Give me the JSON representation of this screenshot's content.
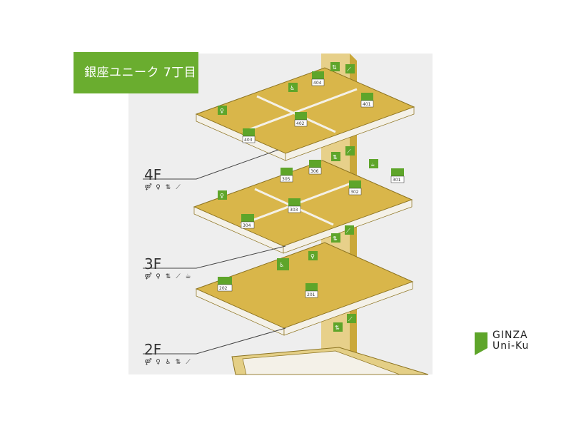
{
  "title": "銀座ユニーク 7丁目",
  "colors": {
    "accent": "#6aad2f",
    "floor": "#d9b64a",
    "wall": "#f4f1e8",
    "panel": "#eeeeee"
  },
  "floors": [
    {
      "label": "4F",
      "icons": [
        "toilet-icon",
        "restroom-icon",
        "elevator-icon",
        "stairs-icon"
      ]
    },
    {
      "label": "3F",
      "icons": [
        "toilet-icon",
        "restroom-icon",
        "elevator-icon",
        "stairs-icon",
        "smoking-icon"
      ]
    },
    {
      "label": "2F",
      "icons": [
        "toilet-icon",
        "restroom-icon",
        "accessible-toilet-icon",
        "elevator-icon",
        "stairs-icon"
      ]
    }
  ],
  "rooms": [
    "404",
    "401",
    "402",
    "403",
    "305",
    "306",
    "301",
    "302",
    "303",
    "304",
    "201",
    "202"
  ],
  "brand": {
    "line1": "GINZA",
    "line2": "Uni-Ku"
  }
}
